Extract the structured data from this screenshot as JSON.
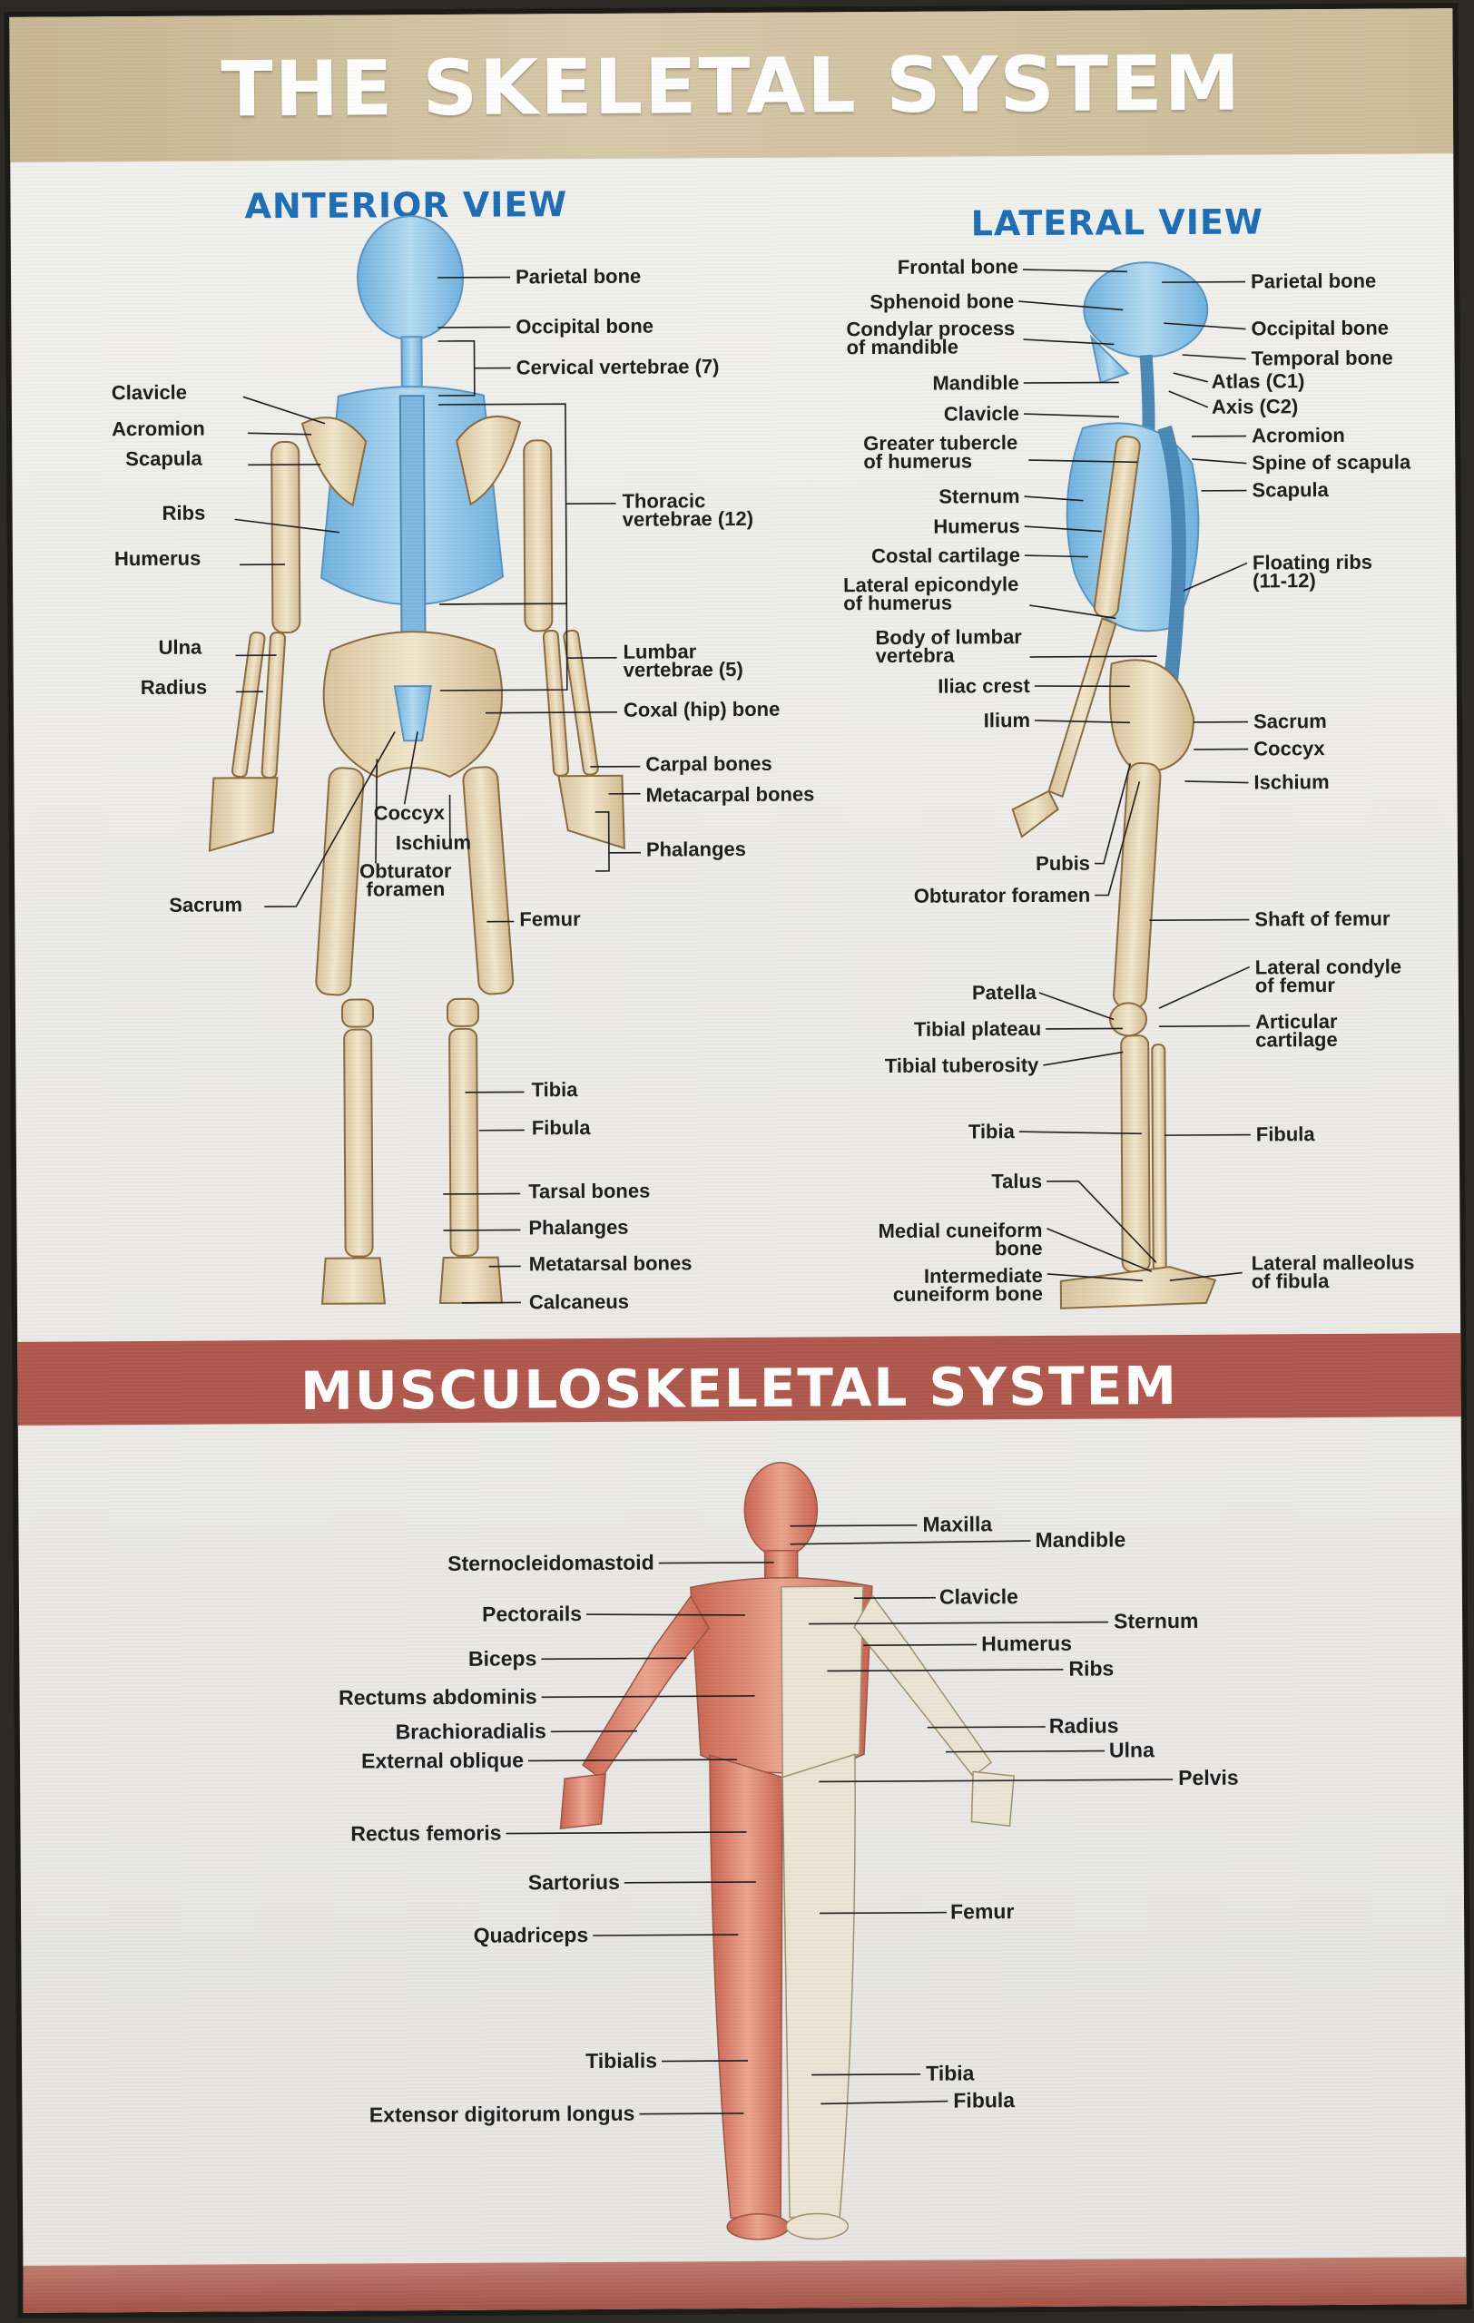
{
  "title": "THE SKELETAL SYSTEM",
  "anterior": {
    "heading": "ANTERIOR VIEW",
    "labels": {
      "parietal": "Parietal bone",
      "occipital": "Occipital bone",
      "cervical": "Cervical vertebrae (7)",
      "clavicle": "Clavicle",
      "acromion": "Acromion",
      "scapula": "Scapula",
      "ribs": "Ribs",
      "humerus": "Humerus",
      "thoracic": "Thoracic\nvertebrae (12)",
      "ulna": "Ulna",
      "radius": "Radius",
      "lumbar": "Lumbar\nvertebrae (5)",
      "coxal": "Coxal (hip) bone",
      "carpal": "Carpal bones",
      "metacarpal": "Metacarpal bones",
      "coccyx": "Coccyx",
      "ischium": "Ischium",
      "obturator": "Obturator\nforamen",
      "phalanges_hand": "Phalanges",
      "sacrum": "Sacrum",
      "femur": "Femur",
      "tibia": "Tibia",
      "fibula": "Fibula",
      "tarsal": "Tarsal bones",
      "phalanges_foot": "Phalanges",
      "metatarsal": "Metatarsal bones",
      "calcaneus": "Calcaneus"
    }
  },
  "lateral": {
    "heading": "LATERAL VIEW",
    "labels": {
      "frontal": "Frontal bone",
      "parietal": "Parietal bone",
      "sphenoid": "Sphenoid bone",
      "occipital": "Occipital bone",
      "condylar": "Condylar process\nof mandible",
      "temporal": "Temporal bone",
      "atlas": "Atlas (C1)",
      "mandible": "Mandible",
      "axis": "Axis (C2)",
      "clavicle": "Clavicle",
      "acromion": "Acromion",
      "greater_tubercle": "Greater tubercle\nof humerus",
      "spine_scapula": "Spine of scapula",
      "sternum": "Sternum",
      "scapula": "Scapula",
      "humerus": "Humerus",
      "costal": "Costal cartilage",
      "floating_ribs": "Floating ribs\n(11-12)",
      "lateral_epicondyle": "Lateral epicondyle\nof humerus",
      "body_lumbar": "Body of lumbar\nvertebra",
      "iliac_crest": "Iliac crest",
      "ilium": "Ilium",
      "sacrum": "Sacrum",
      "coccyx": "Coccyx",
      "ischium": "Ischium",
      "pubis": "Pubis",
      "obturator": "Obturator foramen",
      "shaft_femur": "Shaft of femur",
      "patella": "Patella",
      "lateral_condyle": "Lateral condyle\nof femur",
      "tibial_plateau": "Tibial plateau",
      "articular": "Articular\ncartilage",
      "tibial_tuberosity": "Tibial tuberosity",
      "tibia": "Tibia",
      "fibula": "Fibula",
      "talus": "Talus",
      "medial_cuneiform": "Medial cuneiform\nbone",
      "intermediate_cuneiform": "Intermediate\ncuneiform bone",
      "lateral_malleolus": "Lateral malleolus\nof fibula"
    }
  },
  "musculoskeletal": {
    "title": "MUSCULOSKELETAL SYSTEM",
    "labels": {
      "maxilla": "Maxilla",
      "mandible": "Mandible",
      "sternocleidomastoid": "Sternocleidomastoid",
      "clavicle": "Clavicle",
      "pectorails": "Pectorails",
      "sternum": "Sternum",
      "humerus": "Humerus",
      "biceps": "Biceps",
      "ribs": "Ribs",
      "rectums_abdominis": "Rectums abdominis",
      "radius": "Radius",
      "brachioradialis": "Brachioradialis",
      "ulna": "Ulna",
      "external_oblique": "External oblique",
      "pelvis": "Pelvis",
      "rectus_femoris": "Rectus femoris",
      "sartorius": "Sartorius",
      "femur": "Femur",
      "quadriceps": "Quadriceps",
      "tibialis": "Tibialis",
      "tibia": "Tibia",
      "extensor": "Extensor digitorum longus",
      "fibula": "Fibula"
    }
  },
  "colors": {
    "bone": "#e6d6b4",
    "bone_outline": "#8a6b3e",
    "spine_blue": "#8ec3e6",
    "muscle": "#d9826e",
    "title_band_top": "#cdbd98",
    "title_band_mid": "#b0584d",
    "heading_blue": "#1e6db5"
  }
}
